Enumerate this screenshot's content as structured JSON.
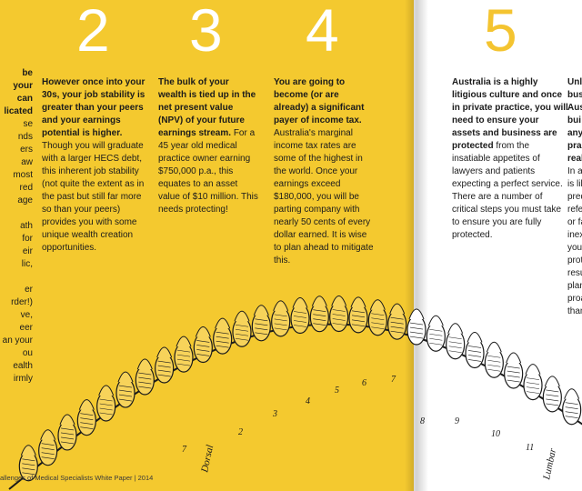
{
  "spread": {
    "numbers": [
      "2",
      "3",
      "4",
      "5"
    ],
    "left_fragments": {
      "bold": [
        "be",
        "your",
        "can",
        "licated"
      ],
      "normal": [
        "se",
        "nds",
        "ers",
        "aw",
        "most",
        "red",
        "age",
        "",
        "ath",
        "for",
        "eir",
        "lic,",
        "",
        "er",
        "rder!)",
        "ve,",
        "eer",
        "an your",
        "ou",
        "ealth",
        "irmly"
      ]
    },
    "columns": [
      {
        "lead": "However once into your 30s, your job stability is greater than your peers and your earnings potential is higher.",
        "rest": " Though you will graduate with a larger HECS debt, this inherent job stability (not quite the extent as in the past but still far more so than your peers) provides you with some unique wealth creation opportunities."
      },
      {
        "lead": "The bulk of your wealth is tied up in the net present value (NPV) of your future earnings stream.",
        "rest": " For a 45 year old medical practice owner earning $750,000 p.a., this equates to an asset value of $10 million. This needs protecting!"
      },
      {
        "lead": "You are going to become (or are already) a significant payer of income tax.",
        "rest": " Australia's marginal income tax rates are some of the highest in the world. Once your earnings exceed $180,000, you will be parting company with nearly 50 cents of every dollar earned. It is wise to plan ahead to mitigate this."
      },
      {
        "lead": "Australia is a highly litigious culture and once in private practice, you will need to ensure your assets and business are protected",
        "rest": " from the insatiable appetites of lawyers and patients expecting a perfect service. There are a number of critical steps you must take to ensure you are fully protected."
      },
      {
        "lead": "Unl bus Aus bui any pra real",
        "rest": " In a is lil pred refe or fa inex you prot resu plan proa than"
      }
    ],
    "spine_labels": [
      "7",
      "Dorsal",
      "2",
      "3",
      "4",
      "5",
      "6",
      "7",
      "8",
      "9",
      "10",
      "11",
      "Lumbar"
    ],
    "footer": "allenges of Medical Specialists White Paper  |  2014",
    "colors": {
      "left_page": "#f4c92f",
      "right_page": "#ffffff",
      "number_left": "#ffffff",
      "number_right": "#f4c430",
      "text": "#1b1b1b"
    }
  }
}
